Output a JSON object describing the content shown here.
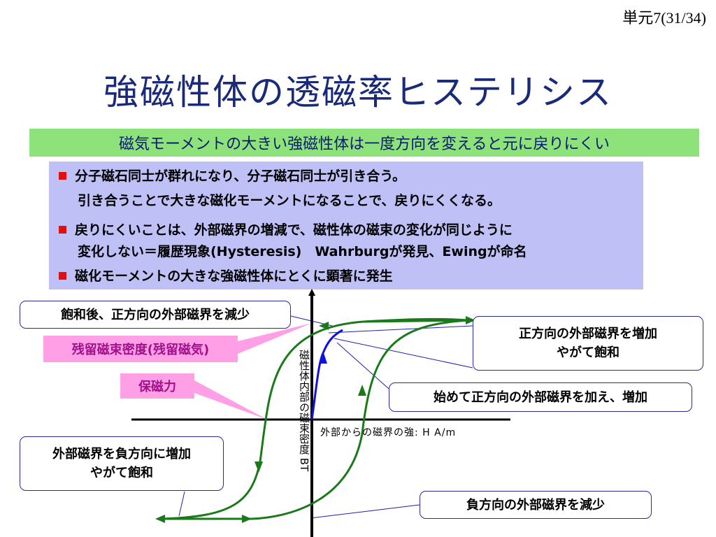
{
  "header": {
    "unit_label": "単元7(31/34)",
    "title": "強磁性体の透磁率ヒステリシス"
  },
  "banner": {
    "text": "磁気モーメントの大きい強磁性体は一度方向を変えると元に戻りにくい"
  },
  "bullets": {
    "items": [
      {
        "lines": [
          "分子磁石同士が群れになり、分子磁石同士が引き合う。",
          "引き合うことで大きな磁化モーメントになることで、戻りにくくなる。"
        ]
      },
      {
        "lines": [
          "戻りにくいことは、外部磁界の増減で、磁性体の磁束の変化が同じように",
          "変化しない＝履歴現象(Hysteresis)　Wahrburgが発見、Ewingが命名"
        ]
      },
      {
        "lines": [
          "磁化モーメントの大きな強磁性体にとくに顕著に発生"
        ]
      }
    ]
  },
  "diagram": {
    "x_axis_label": "外部からの磁界の強: H A/m",
    "y_axis_label": "磁性体内部の磁束密度 BT",
    "callouts": {
      "saturation_decrease": "飽和後、正方向の外部磁界を減少",
      "positive_increase": [
        "正方向の外部磁界を増加",
        "やがて飽和"
      ],
      "initial_apply": "始めて正方向の外部磁界を加え、増加",
      "negative_increase": [
        "外部磁界を負方向に増加",
        "やがて飽和"
      ],
      "negative_decrease": "負方向の外部磁界を減少",
      "remanence": "残留磁束密度(残留磁気)",
      "coercivity": "保磁力"
    },
    "colors": {
      "loop": "#1a7a1a",
      "initial_curve": "#1010e0",
      "axis": "#000000",
      "pointer_line": "#2020b0",
      "pink_label": "#ff9fe6"
    }
  }
}
